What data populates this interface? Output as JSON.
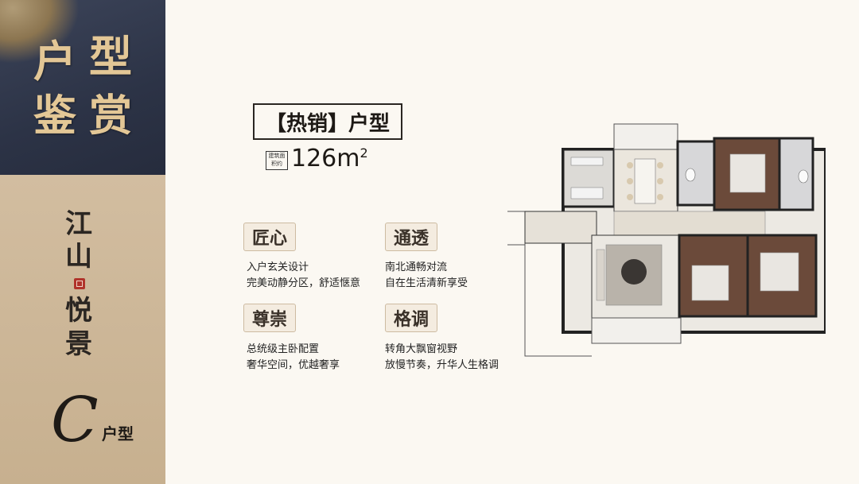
{
  "sidebar": {
    "title_chars": [
      "户",
      "型",
      "鉴",
      "赏"
    ],
    "project_chars": [
      "江",
      "山",
      "悦",
      "景"
    ],
    "unit_letter": "C",
    "unit_type": "户型"
  },
  "main": {
    "hot_label": "【热销】户型",
    "area_tag": "建筑面积约",
    "area_value": "126m",
    "area_sup": "2"
  },
  "features": [
    {
      "title": "匠心",
      "lines": [
        "入户玄关设计",
        "完美动静分区，舒适惬意"
      ]
    },
    {
      "title": "通透",
      "lines": [
        "南北通畅对流",
        "自在生活清新享受"
      ]
    },
    {
      "title": "尊崇",
      "lines": [
        "总统级主卧配置",
        "奢华空间，优越奢享"
      ]
    },
    {
      "title": "格调",
      "lines": [
        "转角大飘窗视野",
        "放慢节奏，升华人生格调"
      ]
    }
  ],
  "colors": {
    "sidebar_dark": "#2c3346",
    "sidebar_tan": "#c9b392",
    "title_gold": "#e3c796",
    "seal_red": "#b0332b",
    "floor_wood": "#6b4a3a"
  }
}
